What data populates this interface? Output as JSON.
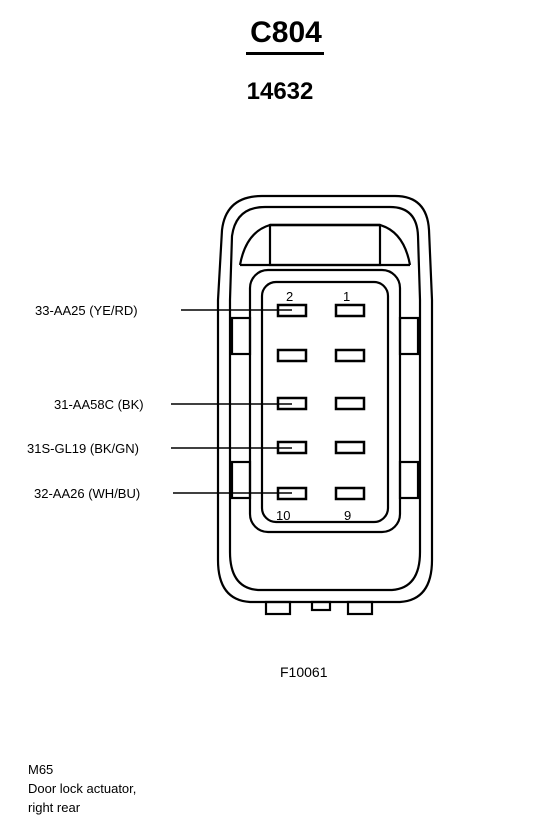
{
  "connector": {
    "id": "C804",
    "part_number": "14632"
  },
  "wires": [
    {
      "label": "33-AA25 (YE/RD)",
      "pin": "2"
    },
    {
      "label": "31-AA58C (BK)"
    },
    {
      "label": "31S-GL19 (BK/GN)"
    },
    {
      "label": "32-AA26 (WH/BU)",
      "pin": "10"
    }
  ],
  "pin_numbers": {
    "top_left": "2",
    "top_right": "1",
    "bottom_left": "10",
    "bottom_right": "9"
  },
  "figure_id": "F10061",
  "component": {
    "code": "M65",
    "desc_line1": "Door lock actuator,",
    "desc_line2": "right rear"
  }
}
